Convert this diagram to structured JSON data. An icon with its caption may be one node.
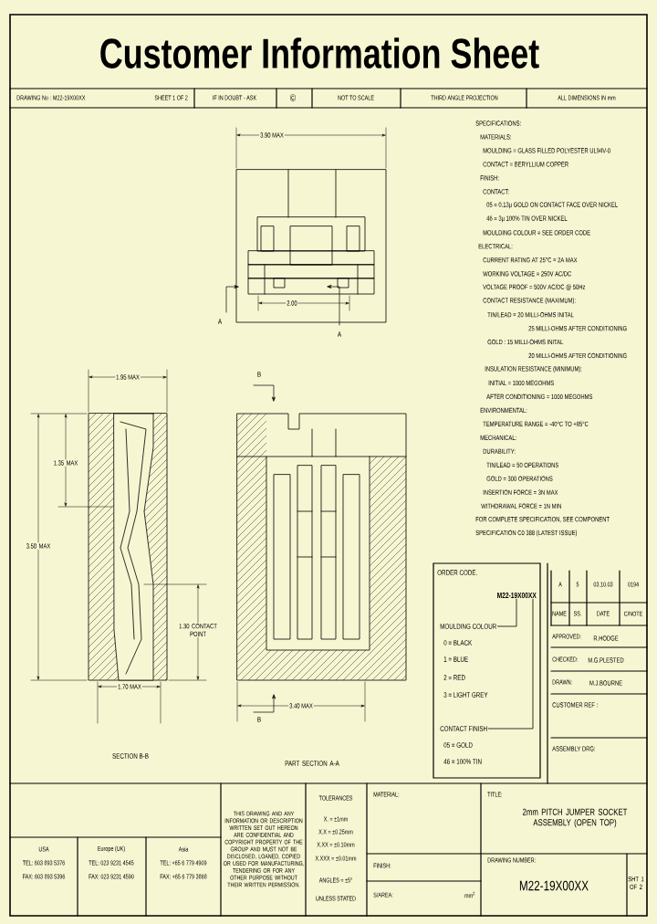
{
  "diagram": {
    "title": "Customer Information Sheet",
    "nodes": [
      {
        "text": [
          "ORDER CODE."
        ]
      },
      {
        "text": [
          "M22-19X00XX"
        ],
        "in": 0
      },
      {
        "text": [
          "MOULDING COLOUR"
        ],
        "in": 0
      },
      {
        "text": [
          "CONTACT FINISH"
        ],
        "in": 0
      }
    ],
    "edges": [
      {
        "from": 2,
        "to": 1,
        "arrow": "none"
      },
      {
        "from": 3,
        "to": 1,
        "arrow": "none"
      }
    ],
    "labels": [
      "DRAWING No : M22-19X00XX",
      "SHEET 1 OF 2",
      "IF IN DOUBT - ASK",
      "©",
      "NOT TO SCALE",
      "THIRD ANGLE PROJECTION",
      "ALL DIMENSIONS IN mm",
      "3.90 MAX",
      "SPECIFICATIONS:",
      "MATERIALS:",
      "MOULDING = GLASS FILLED POLYESTER UL94V-0",
      "CONTACT = BERYLLIUM COPPER",
      "FINISH:",
      "CONTACT:",
      "05 = 0.13µ GOLD ON CONTACT FACE OVER NICKEL",
      "46 = 3µ 100% TIN OVER NICKEL",
      "MOULDING COLOUR = SEE ORDER CODE",
      "ELECTRICAL:",
      "CURRENT RATING AT 25°C = 2A MAX",
      "WORKING VOLTAGE = 250V AC/DC",
      "VOLTAGE PROOF = 500V AC/DC @ 50Hz",
      "CONTACT RESISTANCE (MAXIMUM):",
      "TIN/LEAD = 20 MILLI-OHMS INITAL",
      "25 MILLI-OHMS AFTER CONDITIONING",
      "GOLD : 15 MILLI-OHMS INITAL",
      "20 MILLI-OHMS AFTER CONDITIONING",
      "INSULATION RESISTANCE (MINIMUM):",
      "INITIAL = 1000 MEGOHMS",
      "AFTER CONDITIONING = 1000 MEGOHMS",
      "ENVIRONMENTAL:",
      "TEMPERATURE RANGE = -40°C TO +85°C",
      "MECHANICAL:",
      "DURABILITY:",
      "TIN/LEAD = 50 OPERATIONS",
      "GOLD = 300 OPERATIONS",
      "INSERTION FORCE = 3N MAX",
      "WITHDRAWAL FORCE = 1N MIN",
      "FOR COMPLETE SPECIFICATION, SEE COMPONENT",
      "SPECIFICATION C0 388 (LATEST ISSUE)",
      "A",
      "2.00",
      "A",
      "1.95 MAX",
      "B",
      "1.35 MAX",
      "3.50 MAX",
      "1.30 CONTACT POINT",
      "1.70 MAX",
      "3.40 MAX",
      "B",
      "SECTION B-B",
      "PART SECTION A-A",
      "0 = BLACK",
      "1 = BLUE",
      "2 = RED",
      "3 = LIGHT GREY",
      "05 = GOLD",
      "46 = 100% TIN",
      "A",
      "5",
      "03.10.03",
      "0194",
      "NAME",
      "SS.",
      "DATE",
      "C/NOTE",
      "APPROVED:",
      "R.HODGE",
      "CHECKED:",
      "M.G.PLESTED",
      "DRAWN:",
      "M.J.BOURNE",
      "CUSTOMER REF :",
      "ASSEMBLY DRG:",
      "USA",
      "TEL: 603 893 5376",
      "FAX: 603 893 5396",
      "Europe (UK)",
      "TEL: 023 9231 4545",
      "FAX: 023 9231 4590",
      "Asia",
      "TEL: +65 6 779 4909",
      "FAX: +65 6 779 3868",
      "THIS DRAWING AND ANY INFORMATION OR DESCRIPTION WRITTEN SET OUT HEREON ARE CONFIDENTIAL AND COPYRIGHT PROPERTY OF THE GROUP AND MUST NOT BE DISCLOSED, LOANED, COPIED OR USED FOR MANUFACTURING, TENDERING OR FOR ANY OTHER PURPOSE WITHOUT THEIR WRITTEN PERMISSION.",
      "TOLERANCES",
      "X. = ±1mm",
      "X.X = ±0.25mm",
      "X.XX = ±0.10mm",
      "X.XXX = ±0.01mm",
      "ANGLES = ±5°",
      "UNLESS STATED",
      "MATERIAL:",
      "FINISH:",
      "S/AREA:",
      "mm$^{2}$",
      "TITLE:",
      "2mm PITCH JUMPER SOCKET ASSEMBLY (OPEN TOP)",
      "DRAWING NUMBER:",
      "M22-19X00XX",
      "SHT 1 OF 2"
    ]
  }
}
